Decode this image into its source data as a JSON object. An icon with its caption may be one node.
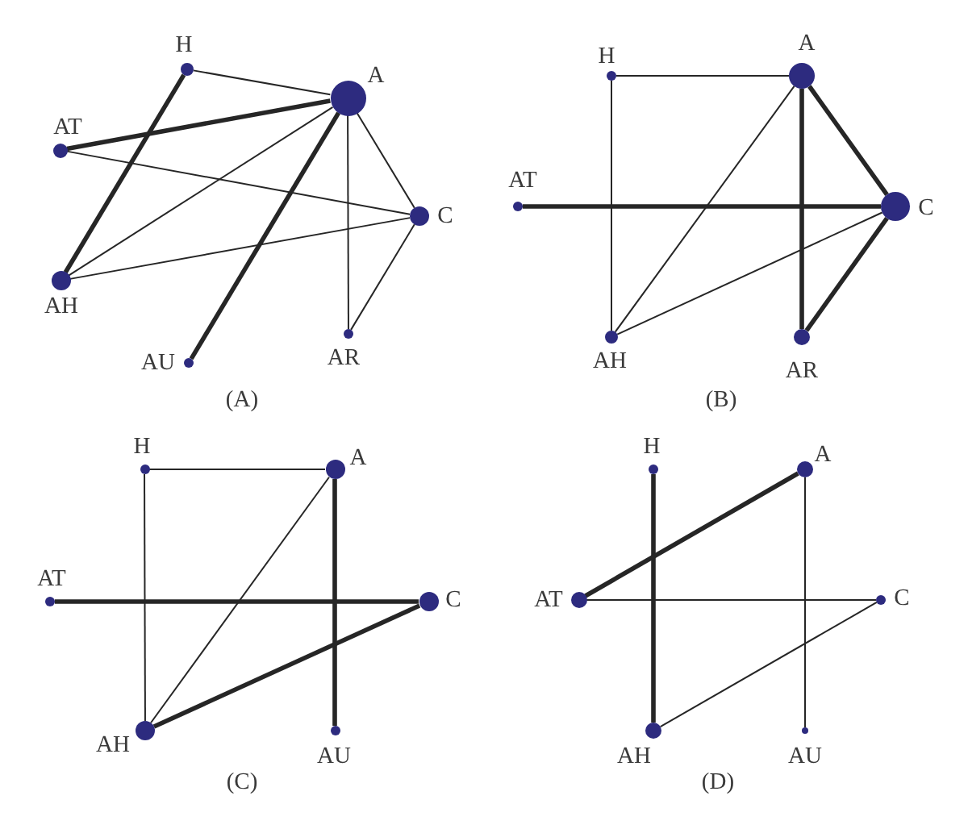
{
  "diagram": {
    "nodes": [
      {
        "text": [],
        "shape": "circle",
        "beside": [
          "H"
        ]
      },
      {
        "text": [],
        "shape": "circle",
        "beside": [
          "A"
        ]
      },
      {
        "text": [],
        "shape": "circle",
        "beside": [
          "AT"
        ]
      },
      {
        "text": [],
        "shape": "circle",
        "beside": [
          "C"
        ]
      },
      {
        "text": [],
        "shape": "circle",
        "beside": [
          "AH"
        ]
      },
      {
        "text": [],
        "shape": "circle",
        "beside": [
          "AU"
        ]
      },
      {
        "text": [],
        "shape": "circle",
        "beside": [
          "AR"
        ]
      },
      {
        "text": [],
        "shape": "circle",
        "beside": [
          "H"
        ]
      },
      {
        "text": [],
        "shape": "circle",
        "beside": [
          "A"
        ]
      },
      {
        "text": [],
        "shape": "circle",
        "beside": [
          "AT"
        ]
      },
      {
        "text": [],
        "shape": "circle",
        "beside": [
          "C"
        ]
      },
      {
        "text": [],
        "shape": "circle",
        "beside": [
          "AH"
        ]
      },
      {
        "text": [],
        "shape": "circle",
        "beside": [
          "AR"
        ]
      },
      {
        "text": [],
        "shape": "circle",
        "beside": [
          "H"
        ]
      },
      {
        "text": [],
        "shape": "circle",
        "beside": [
          "A"
        ]
      },
      {
        "text": [],
        "shape": "circle",
        "beside": [
          "AT"
        ]
      },
      {
        "text": [],
        "shape": "circle",
        "beside": [
          "C"
        ]
      },
      {
        "text": [],
        "shape": "circle",
        "beside": [
          "AH"
        ]
      },
      {
        "text": [],
        "shape": "circle",
        "beside": [
          "AU"
        ]
      },
      {
        "text": [],
        "shape": "circle",
        "beside": [
          "H"
        ]
      },
      {
        "text": [],
        "shape": "circle",
        "beside": [
          "A"
        ]
      },
      {
        "text": [],
        "shape": "circle",
        "beside": [
          "AT"
        ]
      },
      {
        "text": [],
        "shape": "circle",
        "beside": [
          "C"
        ]
      },
      {
        "text": [],
        "shape": "circle",
        "beside": [
          "AH"
        ]
      },
      {
        "text": [],
        "shape": "circle",
        "beside": [
          "AU"
        ]
      }
    ],
    "edges": [
      {
        "from": 0,
        "to": 1,
        "arrow": "none"
      },
      {
        "from": 0,
        "to": 4,
        "arrow": "none",
        "style": "thick"
      },
      {
        "from": 2,
        "to": 1,
        "arrow": "none",
        "style": "thick"
      },
      {
        "from": 2,
        "to": 3,
        "arrow": "none"
      },
      {
        "from": 4,
        "to": 1,
        "arrow": "none"
      },
      {
        "from": 4,
        "to": 3,
        "arrow": "none"
      },
      {
        "from": 5,
        "to": 1,
        "arrow": "none",
        "style": "thick"
      },
      {
        "from": 1,
        "to": 3,
        "arrow": "none"
      },
      {
        "from": 1,
        "to": 6,
        "arrow": "none"
      },
      {
        "from": 3,
        "to": 6,
        "arrow": "none"
      },
      {
        "from": 7,
        "to": 8,
        "arrow": "none"
      },
      {
        "from": 7,
        "to": 11,
        "arrow": "none"
      },
      {
        "from": 11,
        "to": 8,
        "arrow": "none"
      },
      {
        "from": 8,
        "to": 12,
        "arrow": "none",
        "style": "thick"
      },
      {
        "from": 8,
        "to": 10,
        "arrow": "none",
        "style": "thick"
      },
      {
        "from": 9,
        "to": 10,
        "arrow": "none",
        "style": "thick"
      },
      {
        "from": 11,
        "to": 10,
        "arrow": "none"
      },
      {
        "from": 12,
        "to": 10,
        "arrow": "none",
        "style": "thick"
      },
      {
        "from": 13,
        "to": 14,
        "arrow": "none"
      },
      {
        "from": 13,
        "to": 17,
        "arrow": "none"
      },
      {
        "from": 17,
        "to": 14,
        "arrow": "none"
      },
      {
        "from": 14,
        "to": 18,
        "arrow": "none",
        "style": "thick"
      },
      {
        "from": 15,
        "to": 16,
        "arrow": "none",
        "style": "thick"
      },
      {
        "from": 17,
        "to": 16,
        "arrow": "none",
        "style": "thick"
      },
      {
        "from": 19,
        "to": 23,
        "arrow": "none",
        "style": "thick"
      },
      {
        "from": 21,
        "to": 20,
        "arrow": "none",
        "style": "thick"
      },
      {
        "from": 20,
        "to": 24,
        "arrow": "none"
      },
      {
        "from": 21,
        "to": 22,
        "arrow": "none"
      },
      {
        "from": 23,
        "to": 22,
        "arrow": "none"
      }
    ],
    "labels": [
      "(A)",
      "(B)",
      "(C)",
      "(D)"
    ]
  }
}
